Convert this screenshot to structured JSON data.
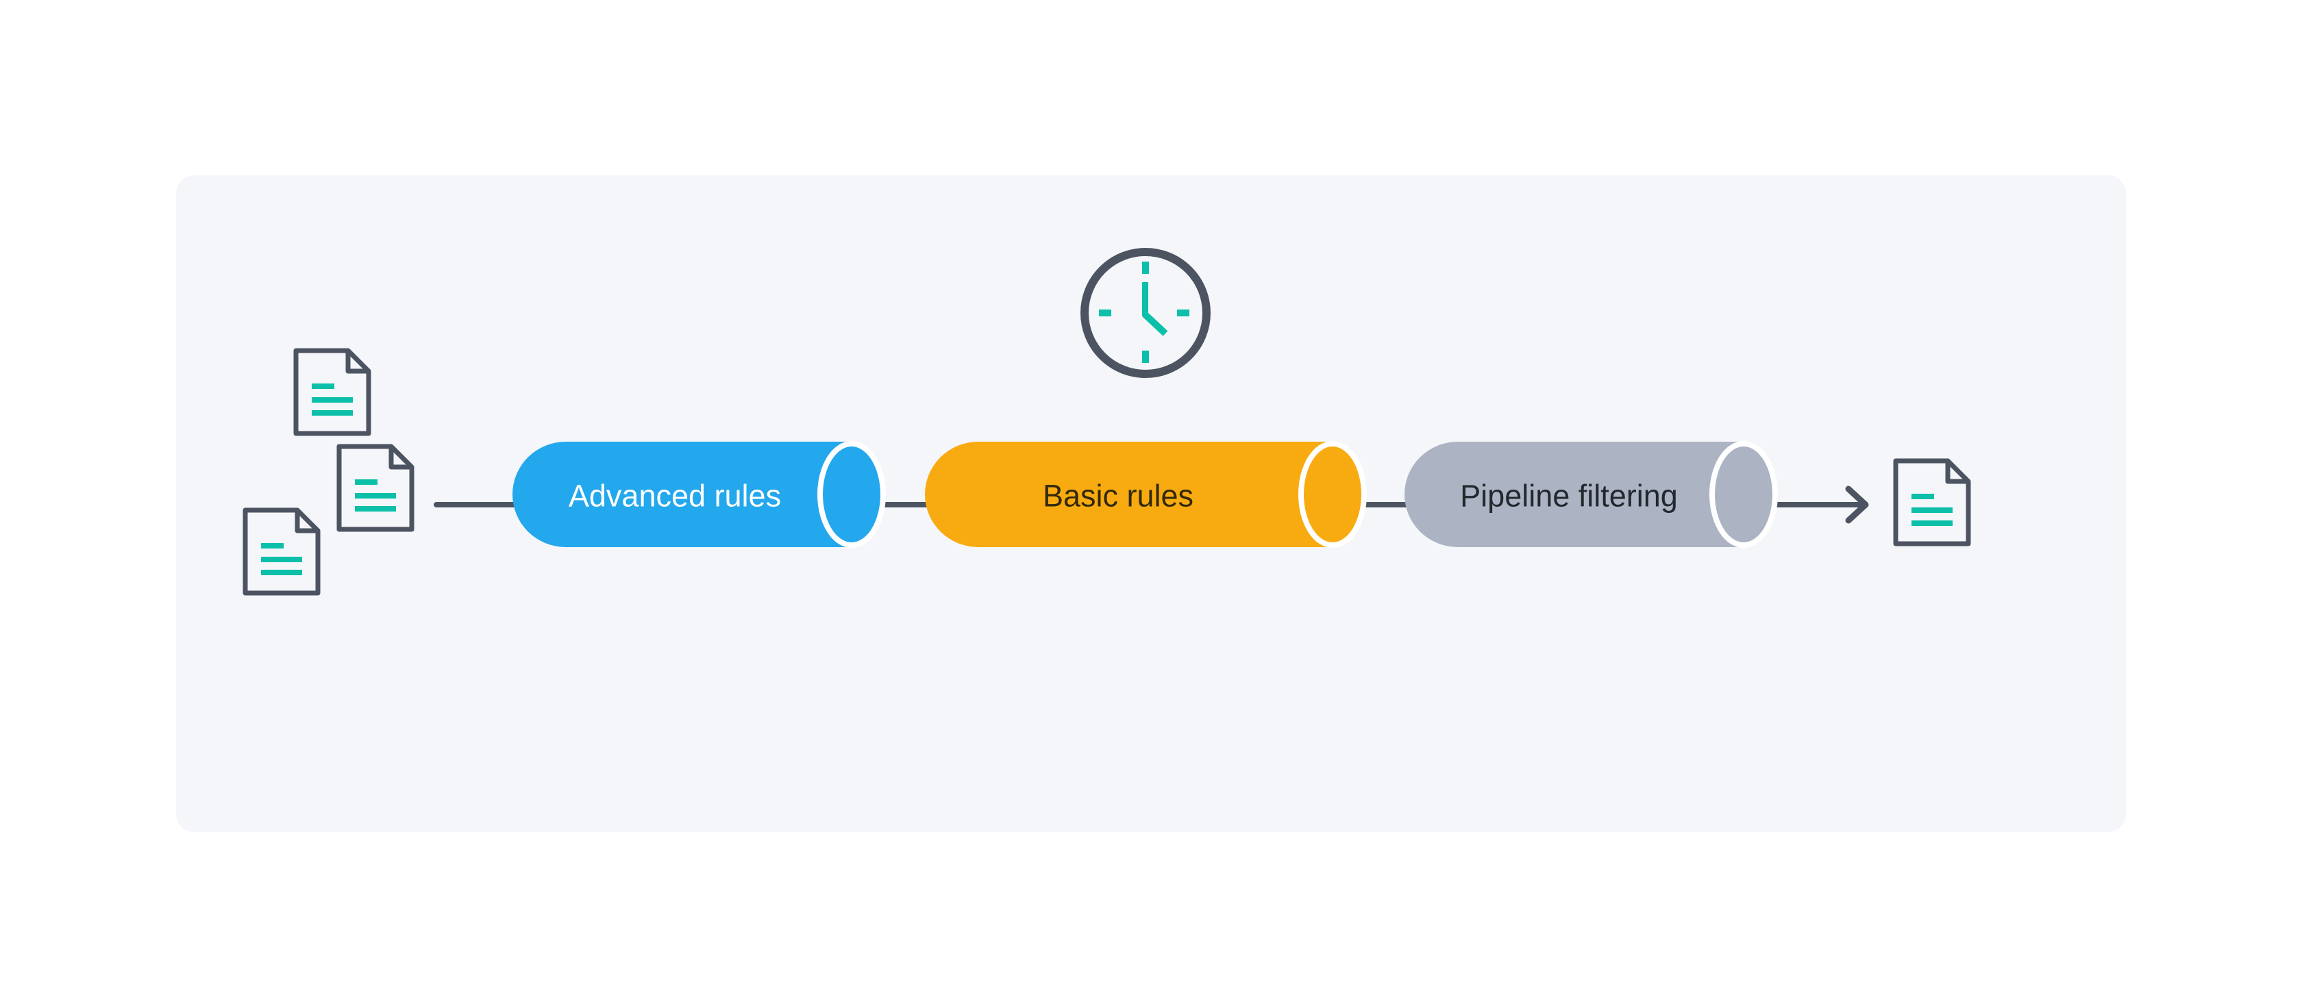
{
  "colors": {
    "page_bg": "#FFFFFF",
    "card_bg": "#F4F6F9",
    "slate": "#4D5461",
    "teal": "#0CBFA9",
    "gap_white": "#FFFFFF"
  },
  "stages": [
    {
      "label": "Advanced rules",
      "fill": "#23A7ED",
      "text_color": "#FFFFFF"
    },
    {
      "label": "Basic rules",
      "fill": "#F8AB10",
      "text_color": "#33290A"
    },
    {
      "label": "Pipeline filtering",
      "fill": "#ACB4C3",
      "text_color": "#23272E"
    }
  ],
  "icons": {
    "clock": "clock-icon",
    "input_documents": [
      "document-icon",
      "document-icon",
      "document-icon"
    ],
    "output_documents": [
      "document-icon"
    ],
    "arrow": "arrow-right-icon"
  }
}
